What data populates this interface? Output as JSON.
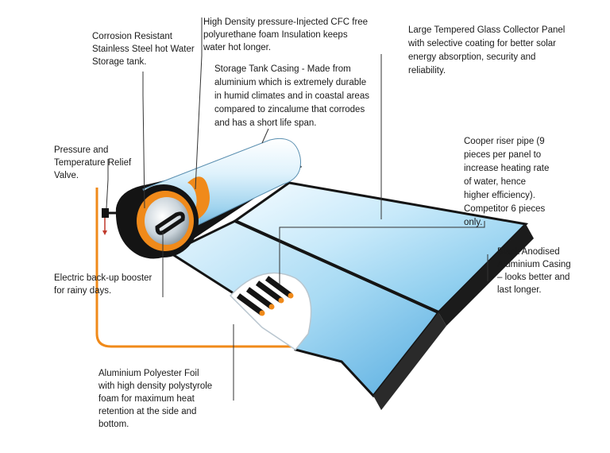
{
  "colors": {
    "leader_line": "#333333",
    "orange_accent": "#f08a1a",
    "glass_light": "#e8f6ff",
    "glass_mid": "#a8dcf6",
    "glass_dark": "#5ab4e4",
    "casing_black": "#141414",
    "steel": "#c9d3da"
  },
  "labels": {
    "corrosion_tank": [
      "Corrosion Resistant",
      "Stainless Steel hot Water",
      "Storage tank."
    ],
    "foam_insulation": [
      "High Density pressure-Injected CFC free",
      "polyurethane foam Insulation keeps",
      "water hot longer."
    ],
    "tank_casing": [
      "Storage Tank Casing - Made from",
      "aluminium which is extremely durable",
      "in humid climates and in coastal areas",
      "compared to zincalume that corrodes",
      "and has a short life span."
    ],
    "glass_panel": [
      "Large Tempered Glass Collector Panel",
      "with selective coating for better solar",
      "energy absorption, security and",
      "reliability."
    ],
    "relief_valve": [
      "Pressure and",
      "Temperature Relief",
      "Valve."
    ],
    "riser_pipe": [
      "Cooper riser pipe (9",
      "pieces per panel to",
      "increase heating rate",
      "of water, hence",
      "higher efficiency).",
      "Competitor 6 pieces",
      "only."
    ],
    "anodised_casing": [
      "Black Anodised",
      "Aluminium Casing",
      "– looks better and",
      "last longer."
    ],
    "booster": [
      "Electric back-up booster",
      "for rainy days."
    ],
    "foil": [
      "Aluminium Polyester Foil",
      "with high density polystyrole",
      "foam for maximum heat",
      "retention at the side and",
      "bottom."
    ]
  }
}
